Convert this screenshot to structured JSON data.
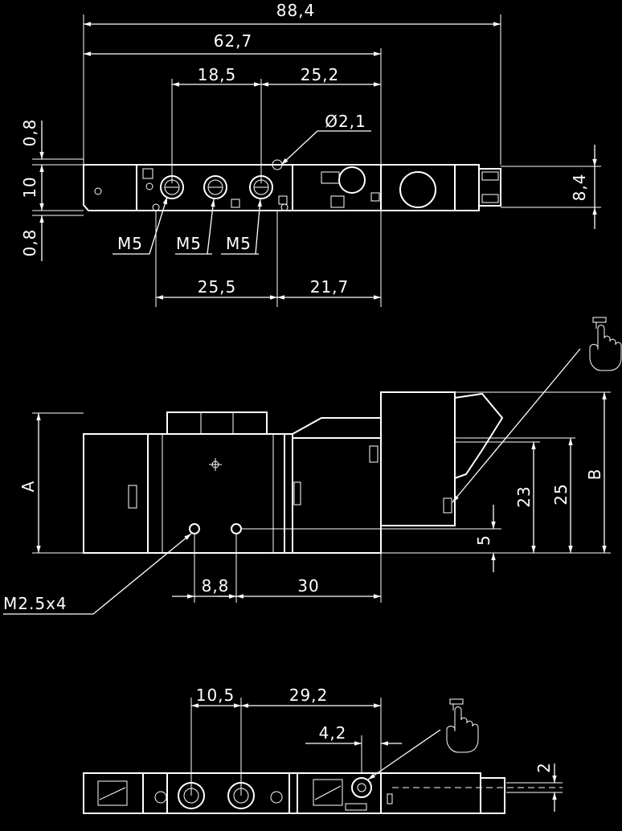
{
  "top_view": {
    "dims": {
      "total_length": "88,4",
      "body_length": "62,7",
      "port_pitch": "18,5",
      "port_to_coil": "25,2",
      "pilot_hole": "Ø2,1",
      "offset_top": "0,8",
      "height": "10",
      "offset_bottom": "0,8",
      "coil_height": "8,4",
      "port_a_label": "M5",
      "port_p_label": "M5",
      "port_b_label": "M5",
      "lower_left": "25,5",
      "lower_right": "21,7"
    }
  },
  "side_view": {
    "dims": {
      "height_a": "A",
      "height_b": "B",
      "h23": "23",
      "h25": "25",
      "h5": "5",
      "mount_pitch": "8,8",
      "mount_to_coil": "30",
      "mount_holes": "M2.5x4"
    }
  },
  "bottom_view": {
    "dims": {
      "pitch": "10,5",
      "to_end": "29,2",
      "manual_offset": "4,2",
      "manual_height": "2"
    }
  },
  "icons": {
    "manual_override_side": "hand-push-icon",
    "manual_override_bottom": "hand-push-icon"
  }
}
